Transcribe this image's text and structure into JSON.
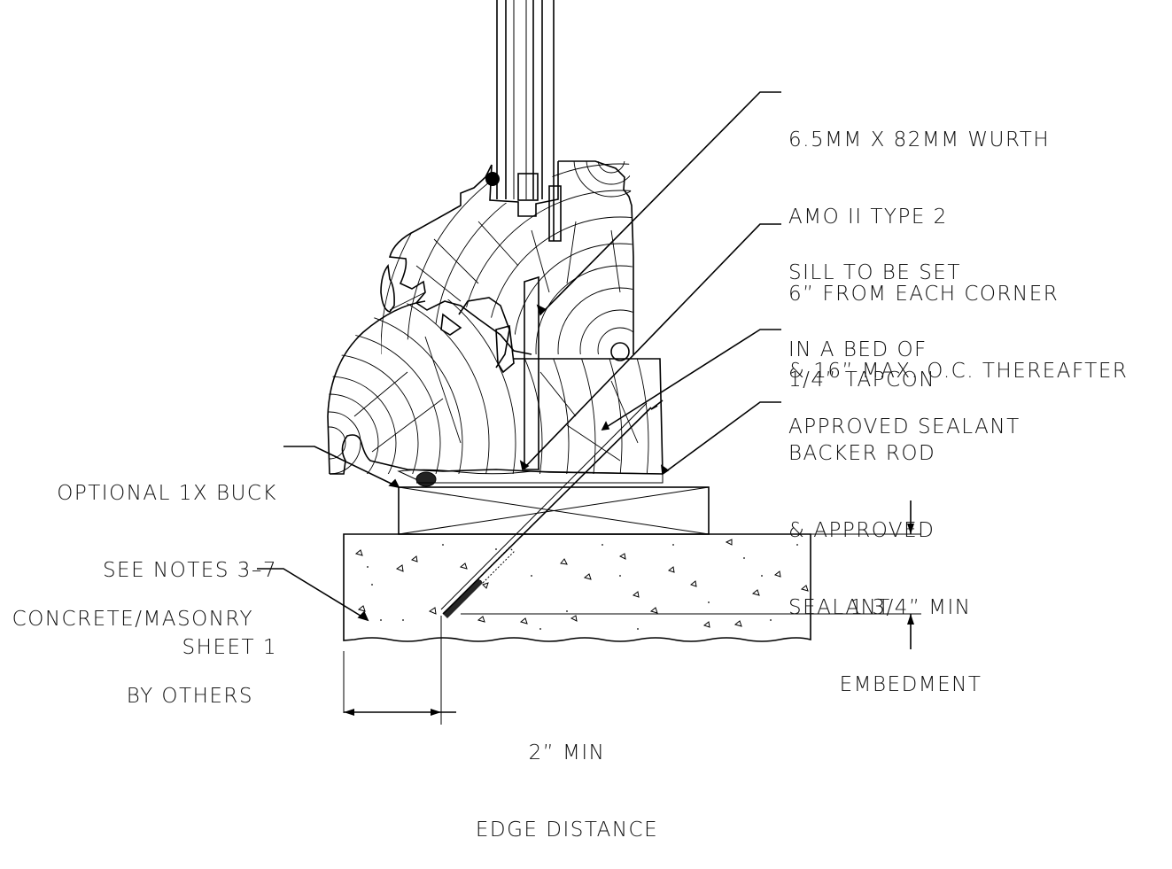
{
  "callouts": {
    "screw": [
      "6.5MM X 82MM WURTH",
      "AMO II TYPE 2",
      "6” FROM EACH CORNER",
      "& 16” MAX. O.C. THEREAFTER"
    ],
    "sill": [
      "SILL TO BE SET",
      "IN A BED OF",
      "APPROVED SEALANT"
    ],
    "tapcon": [
      "1/4” TAPCON"
    ],
    "backer_rod": [
      "BACKER ROD",
      "& APPROVED",
      "SEALANT"
    ],
    "buck": [
      "OPTIONAL 1X BUCK",
      "SEE NOTES 3–7",
      "SHEET 1"
    ],
    "concrete": [
      "CONCRETE/MASONRY",
      "BY OTHERS"
    ],
    "embedment": [
      "1 3/4” MIN",
      "EMBEDMENT"
    ],
    "edge_distance": [
      "2” MIN",
      "EDGE DISTANCE"
    ]
  }
}
